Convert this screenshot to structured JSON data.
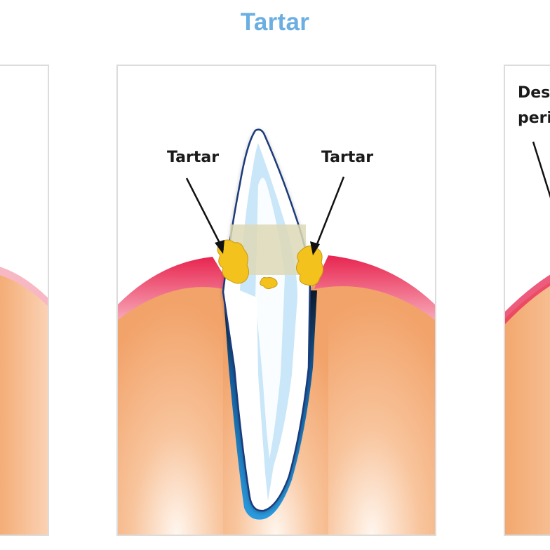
{
  "title": "Tartar",
  "panels": {
    "center": {
      "labels": {
        "left": "Tartar",
        "right": "Tartar"
      }
    },
    "right": {
      "label_line1": "Dest",
      "label_line2": "peri"
    }
  },
  "colors": {
    "title": "#6aaee2",
    "gum": "#f2a56e",
    "gingiva": "#e8325c",
    "tartar": "#f3c21c",
    "root_outline": "#1e7fcc",
    "tooth_inner": "#bfe3f7",
    "label_text": "#1a1a1a"
  }
}
